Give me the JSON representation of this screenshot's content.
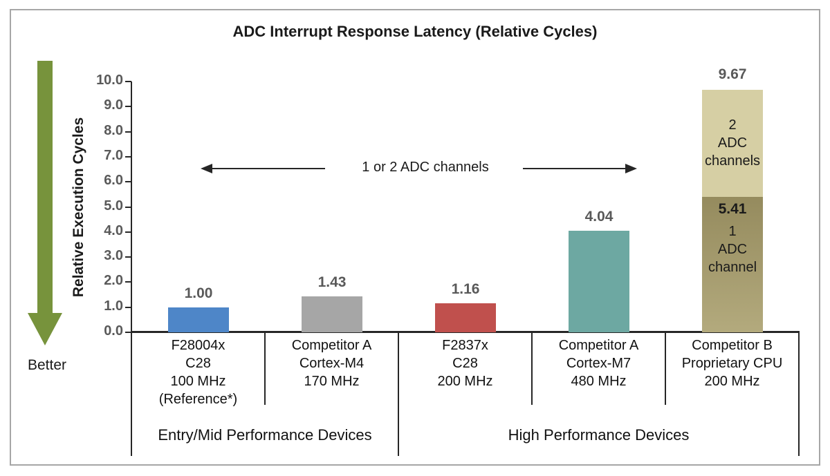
{
  "chart_data": {
    "type": "bar",
    "title": "ADC Interrupt Response Latency (Relative Cycles)",
    "ylabel": "Relative Execution Cycles",
    "ylim": [
      0,
      10
    ],
    "ytick_step": 1.0,
    "grid": false,
    "legend": false,
    "yticks": [
      "10.0",
      "9.0",
      "8.0",
      "7.0",
      "6.0",
      "5.0",
      "4.0",
      "3.0",
      "2.0",
      "1.0",
      "0.0"
    ],
    "better_label": "Better",
    "better_arrow_color": "#77933C",
    "annotation": "1 or 2 ADC channels",
    "bars": [
      {
        "device_lines": [
          "F28004x",
          "C28",
          "100 MHz",
          "(Reference*)"
        ],
        "value": 1.0,
        "value_label": "1.00",
        "color": "#4E86C8"
      },
      {
        "device_lines": [
          "Competitor A",
          "Cortex-M4",
          "170 MHz"
        ],
        "value": 1.43,
        "value_label": "1.43",
        "color": "#A6A6A6"
      },
      {
        "device_lines": [
          "F2837x",
          "C28",
          "200 MHz"
        ],
        "value": 1.16,
        "value_label": "1.16",
        "color": "#C0504D"
      },
      {
        "device_lines": [
          "Competitor A",
          "Cortex-M7",
          "480 MHz"
        ],
        "value": 4.04,
        "value_label": "4.04",
        "color": "#6DA8A2"
      },
      {
        "device_lines": [
          "Competitor B",
          "Proprietary CPU",
          "200 MHz"
        ],
        "value": 9.67,
        "value_label": "9.67",
        "stacked": true,
        "segments": [
          {
            "name": "1 ADC channel",
            "value": 5.41,
            "value_label": "5.41",
            "text_lines": [
              "1",
              "ADC",
              "channel"
            ],
            "color_top": "#958B5E",
            "color_bottom": "#B3AA7D"
          },
          {
            "name": "2 ADC channels",
            "value": 4.26,
            "text_lines": [
              "2",
              "ADC",
              "channels"
            ],
            "color": "#D6CFA4"
          }
        ]
      }
    ],
    "groups": [
      {
        "label": "Entry/Mid Performance Devices",
        "bar_indexes": [
          0,
          1
        ]
      },
      {
        "label": "High Performance Devices",
        "bar_indexes": [
          2,
          3,
          4
        ]
      }
    ]
  }
}
